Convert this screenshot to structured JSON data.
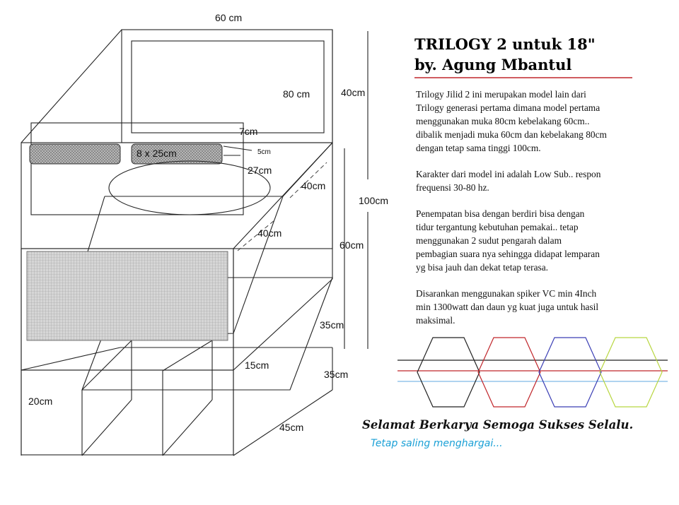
{
  "diagram": {
    "labels": {
      "top_width": "60 cm",
      "front_width": "80 cm",
      "top_depth": "40cm",
      "port_height": "7cm",
      "port_size": "8 x 25cm",
      "port_gap": "5cm",
      "driver_diameter": "27cm",
      "mid_depth_upper": "40cm",
      "mid_depth_lower": "40cm",
      "total_height": "100cm",
      "upper_height": "60cm",
      "base_depth_35a": "35cm",
      "base_15": "15cm",
      "base_depth_35b": "35cm",
      "base_height": "20cm",
      "base_width": "45cm"
    },
    "colors": {
      "line": "#222222",
      "port_fill": "#bdbdbd",
      "grille_fill": "#d6d6d6",
      "underline": "#c0262b"
    }
  },
  "title": {
    "line1": "TRILOGY 2   untuk 18\"",
    "line2": "by. Agung Mbantul"
  },
  "description": [
    "Trilogy Jilid 2 ini merupakan model lain dari\nTrilogy generasi pertama dimana model pertama\nmenggunakan muka 80cm kebelakang 60cm..\ndibalik menjadi muka 60cm dan kebelakang 80cm\ndengan tetap sama tinggi 100cm.",
    "Karakter dari model ini  adalah Low Sub.. respon\nfrequensi  30-80 hz.",
    "Penempatan bisa dengan berdiri bisa dengan\ntidur tergantung kebutuhan pemakai.. tetap\nmenggunakan  2 sudut pengarah  dalam\npembagian suara nya sehingga didapat lemparan\nyg bisa jauh dan dekat tetap terasa.",
    "Disarankan menggunakan spiker VC min 4Inch\nmin 1300watt  dan daun yg kuat juga untuk hasil\nmaksimal."
  ],
  "logo": {
    "hexagon_colors": [
      "#222222",
      "#c0262b",
      "#3b3fb5",
      "#b8d640"
    ],
    "line_colors": [
      "#222222",
      "#c0262b",
      "#7fb9e6"
    ]
  },
  "motto": "Selamat Berkarya Semoga Sukses Selalu.",
  "sub_motto": "Tetap saling menghargai..."
}
